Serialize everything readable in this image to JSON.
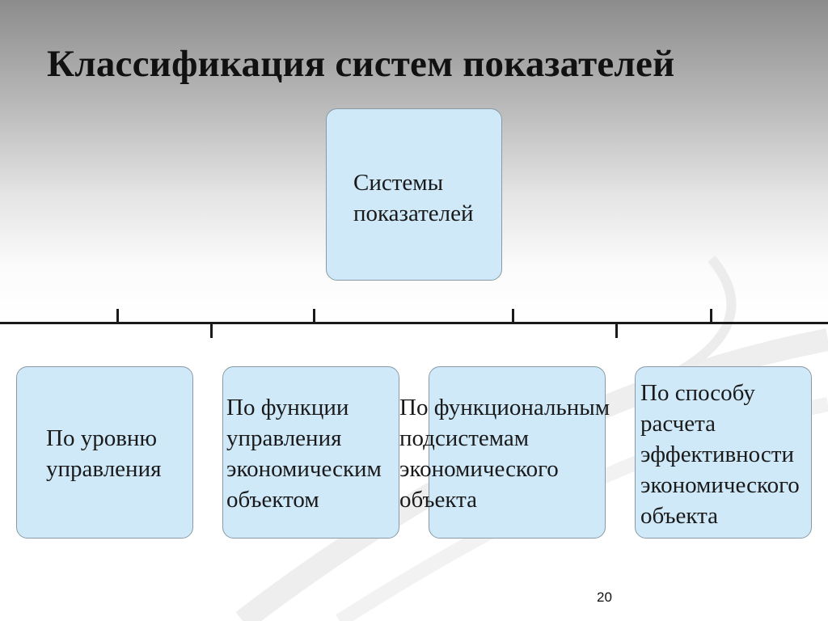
{
  "slide": {
    "title": "Классификация систем показателей",
    "page_number": "20"
  },
  "diagram": {
    "root": {
      "label": "Системы\nпоказателей"
    },
    "children": [
      {
        "label": "По уровню\nуправления"
      },
      {
        "label": "По функции\nуправления\nэкономическим\nобъектом"
      },
      {
        "label": "По функциональным\nподсистемам\nэкономического\nобъекта"
      },
      {
        "label": "По способу\nрасчета\nэффективности\nэкономического\nобъекта"
      }
    ]
  },
  "colors": {
    "box_fill": "#cfe9f9",
    "box_border": "#8a9aa5",
    "connector": "#1a1a1a",
    "text": "#1a1a1a"
  }
}
